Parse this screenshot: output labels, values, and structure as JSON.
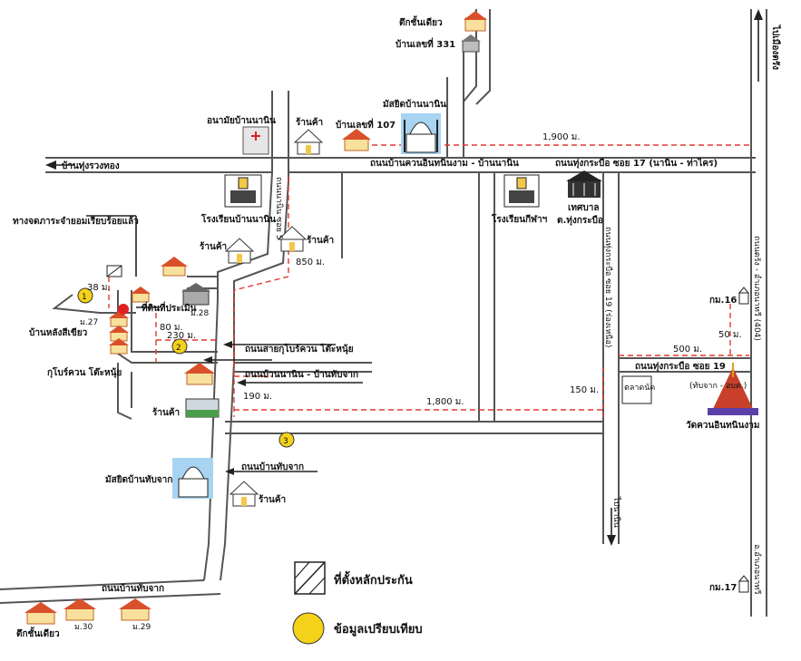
{
  "colors": {
    "road": "#555555",
    "distance_line": "#e03a2f",
    "marker": "#f5d21a",
    "hazard": "#e02020",
    "mosque_bg": "#a8d4f2"
  },
  "labels": {
    "single_storey_top": "ตึกชั้นเดียว",
    "house_331": "บ้านเลขที่ 331",
    "mosque_nanin": "มัสยิดบ้านนานิน",
    "shop": "ร้านค้า",
    "house_107": "บ้านเลขที่ 107",
    "health_center": "อนามัยบ้านนานิน",
    "to_thungruangthong": "บ้านทุ่งรวงทอง",
    "road_khuan_nanin": "ถนนบ้านควนอินทนินงาม - บ้านนานิน",
    "road_thungkrabue_17": "ถนนทุ่งกระบือ ซอย 17 (นานิน - ท่าไคร)",
    "to_mueang_trang": "ไปเมืองตรัง",
    "dist_1900": "1,900 ม.",
    "school_nanin": "โรงเรียนบ้านนานิน",
    "school_kilapat": "โรงเรียนกีฬาฯ",
    "municipality": "เทศบาล",
    "municipality_sub": "ต.ทุ่งกระบือ",
    "road_vertical_mid": "ถนนนานิน ซอย 5",
    "shop_left": "ร้านค้า",
    "shop_right": "ร้านค้า",
    "dist_850": "850 ม.",
    "junction_note": "ทางจดภาระจำยอมเรียบร้อยแล้ว",
    "dist_38": "38 ม.",
    "appraised_land": "ที่ดินที่ประเมิน",
    "moo_28": "ม.28",
    "moo_27": "ม.27",
    "house_nanin_khiew": "บ้านหลังสีเขียว",
    "dist_80": "80 ม.",
    "dist_230": "230 ม.",
    "road_kubo": "ถนนสายกุโบร์ควน โต๊ะหนุ้ย",
    "road_nanin_thapchak": "ถนนบ้านนานิน - บ้านทับจาก",
    "kubo": "กุโบร์ควน โต๊ะหนุ้ย",
    "dist_190": "190 ม.",
    "dist_1800": "1,800 ม.",
    "shop_lower": "ร้านค้า",
    "road_right_vertical": "ถนนทุ่งกระบือ ซอย 19 (ร่องเหนือ)",
    "road_far_right": "ถนนตรัง - อำเภอนาทวี (404)",
    "km16": "กม.16",
    "dist_50": "50 ม.",
    "dist_500": "500 ม.",
    "road_thungkrabue_19": "ถนนทุ่งกระบือ ซอย 19",
    "dist_150": "150 ม.",
    "market": "ตลาดนัด",
    "thapchak_note": "(ทับจาก - อบต.)",
    "temple": "วัดควนอินทนินงาม",
    "to_nanin_down": "ไปนานิน",
    "mosque_thapchak": "มัสยิดบ้านทับจาก",
    "road_thapchak": "ถนนบ้านทับจาก",
    "shop_bottom": "ร้านค้า",
    "road_thapchak_bottom": "ถนนบ้านทับจาก",
    "road_far_right_bottom": "อ.อำเภอนาทวี",
    "km17": "กม.17",
    "single_storey_bottom": "ตึกชั้นเดียว",
    "moo_30": "ม.30",
    "moo_29": "ม.29",
    "marker_1": "1",
    "marker_2": "2",
    "marker_3": "3",
    "legend_land": "ที่ตั้งหลักประกัน",
    "legend_compare": "ข้อมูลเปรียบเทียบ"
  }
}
